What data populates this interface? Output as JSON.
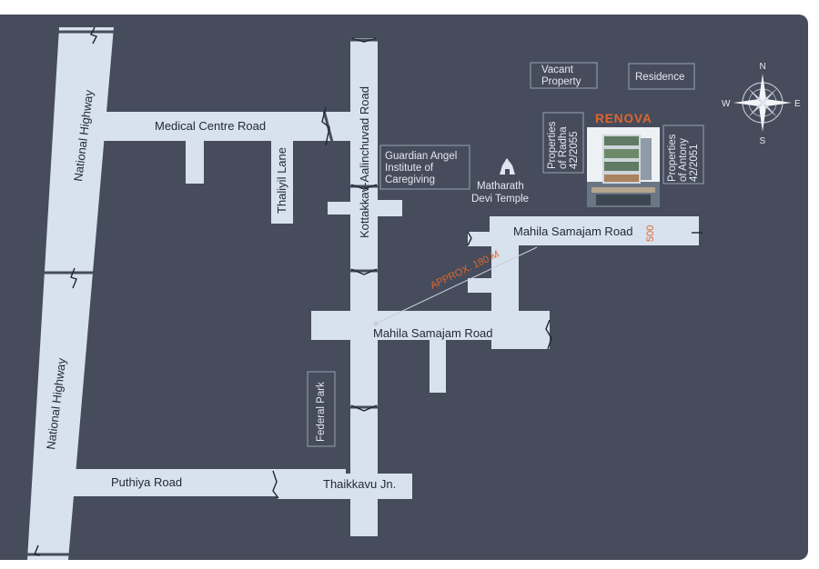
{
  "roads": {
    "national_highway_top": "National Highway",
    "national_highway_bottom": "National Highway",
    "medical_centre": "Medical Centre Road",
    "thaliyil": "Thaliyil Lane",
    "kottakkav": "Kottakkav-Aalinchuvad Road",
    "mahila_upper": "Mahila Samajam Road",
    "mahila_lower": "Mahila Samajam Road",
    "puthiya": "Puthiya Road",
    "thaikkavu": "Thaikkavu Jn."
  },
  "places": {
    "guardian": [
      "Guardian Angel",
      "Institute of",
      "Caregiving"
    ],
    "temple": [
      "Matharath",
      "Devi Temple"
    ],
    "vacant": [
      "Vacant",
      "Property"
    ],
    "residence": "Residence",
    "radha": [
      "Properties",
      "of Radha",
      "42/2055"
    ],
    "antony": [
      "Properties",
      "of Antony",
      "42/2051"
    ],
    "federal_park": "Federal Park"
  },
  "project": {
    "name": "RENOVA"
  },
  "distances": {
    "approx": "APPROX. 180 M",
    "short": "500"
  },
  "compass": {
    "n": "N",
    "s": "S",
    "e": "E",
    "w": "W"
  },
  "colors": {
    "background": "#464c5c",
    "road": "#d8e1ee",
    "accent": "#e0662c"
  }
}
